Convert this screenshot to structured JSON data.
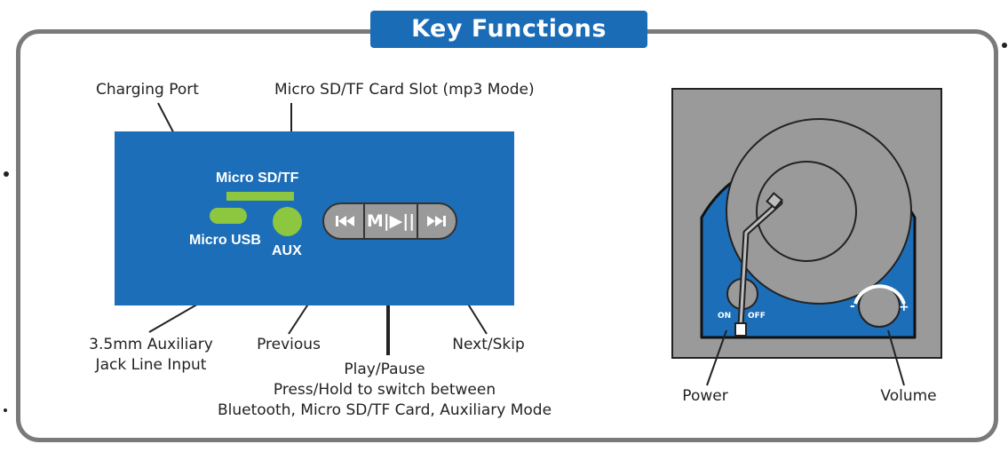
{
  "title": "Key Functions",
  "labels": {
    "charging_port": "Charging Port",
    "sd_slot": "Micro SD/TF Card Slot (mp3  Mode)",
    "aux_line1": "3.5mm Auxiliary",
    "aux_line2": "Jack Line Input",
    "previous": "Previous",
    "next": "Next/Skip",
    "play_line1": "Play/Pause",
    "play_line2": "Press/Hold to switch between",
    "play_line3": "Bluetooth, Micro SD/TF Card, Auxiliary Mode",
    "power": "Power",
    "volume": "Volume"
  },
  "panel": {
    "sd_text": "Micro SD/TF",
    "usb_text": "Micro USB",
    "aux_text": "AUX",
    "buttons": {
      "prev_icon": "previous-track-icon",
      "play_text": "M|▶||",
      "next_icon": "next-track-icon"
    }
  },
  "device": {
    "on_text": "ON",
    "off_text": "OFF",
    "minus": "-",
    "plus": "+"
  },
  "colors": {
    "blue": "#1c6eb8",
    "green": "#8dc63f",
    "grey": "#9a9a9a",
    "frame": "#7a7a7a"
  }
}
